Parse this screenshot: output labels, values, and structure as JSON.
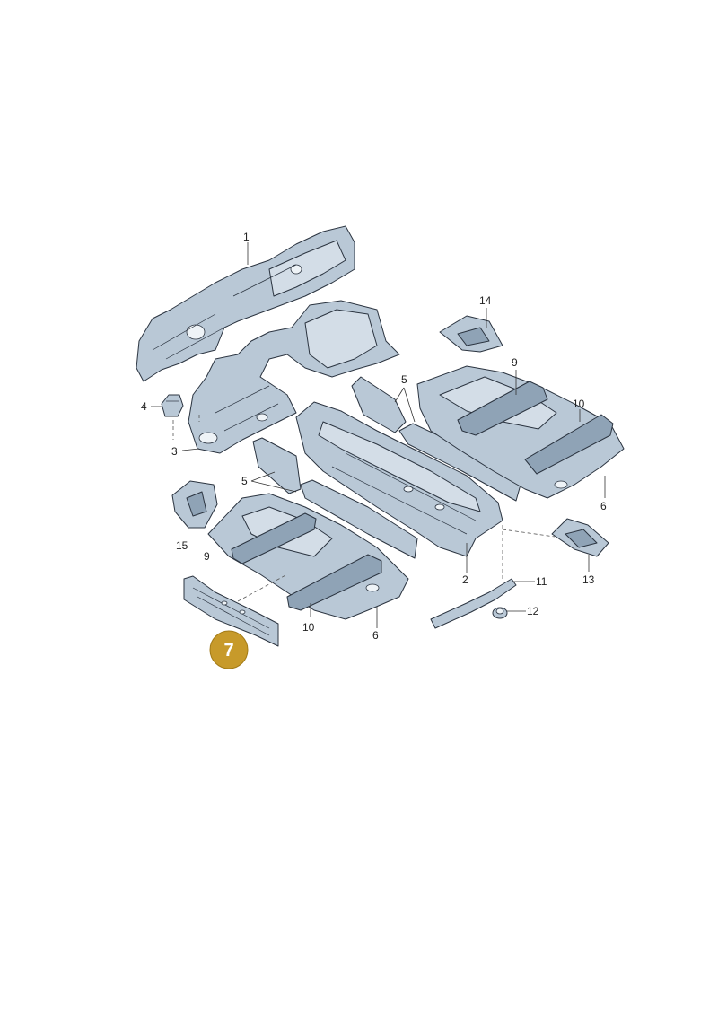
{
  "callouts": {
    "c1": "1",
    "c2": "2",
    "c3": "3",
    "c4": "4",
    "c5a": "5",
    "c5b": "5",
    "c6a": "6",
    "c6b": "6",
    "c9a": "9",
    "c9b": "9",
    "c10a": "10",
    "c10b": "10",
    "c11": "11",
    "c12": "12",
    "c13": "13",
    "c14": "14",
    "c15": "15"
  },
  "badge": {
    "number": "7",
    "color": "#c79a2a"
  }
}
